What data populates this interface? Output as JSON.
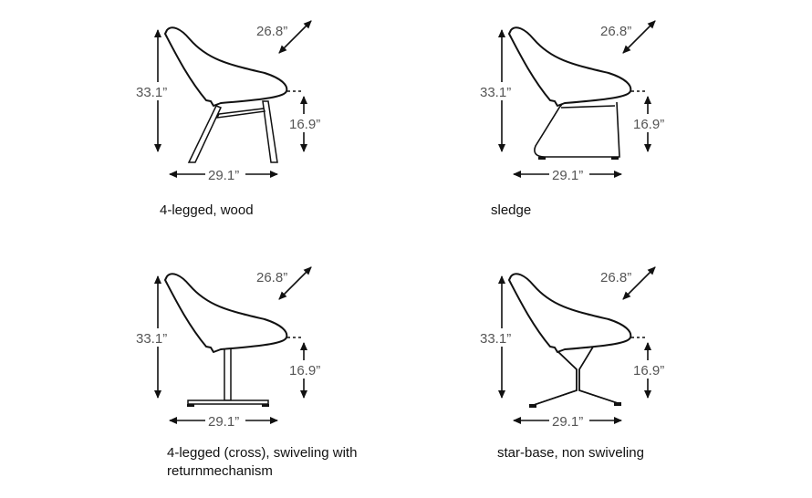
{
  "panels": [
    {
      "caption": "4-legged, wood",
      "base": "wood-legs",
      "height": "33.1”",
      "depth": "26.8”",
      "seat_height": "16.9”",
      "width": "29.1”"
    },
    {
      "caption": "sledge",
      "base": "sledge",
      "height": "33.1”",
      "depth": "26.8”",
      "seat_height": "16.9”",
      "width": "29.1”"
    },
    {
      "caption": "4-legged (cross), swiveling with returnmechanism",
      "base": "cross",
      "height": "33.1”",
      "depth": "26.8”",
      "seat_height": "16.9”",
      "width": "29.1”"
    },
    {
      "caption": "star-base, non swiveling",
      "base": "star",
      "height": "33.1”",
      "depth": "26.8”",
      "seat_height": "16.9”",
      "width": "29.1”"
    }
  ]
}
